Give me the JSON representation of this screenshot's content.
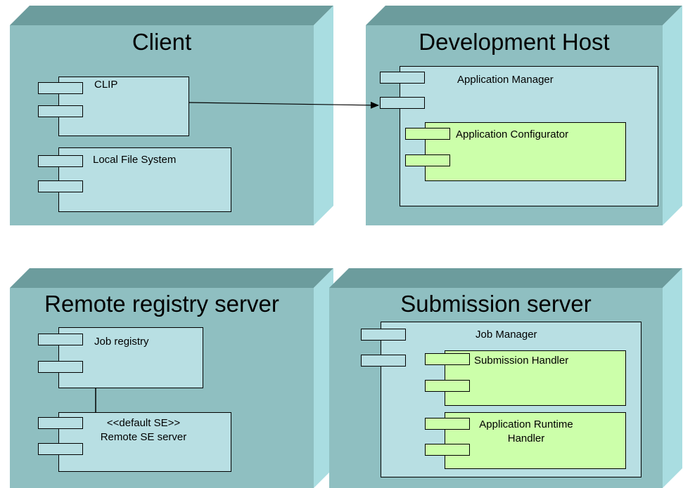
{
  "nodes": {
    "client": {
      "title": "Client",
      "components": {
        "clip": "CLIP",
        "local_fs": "Local File System"
      }
    },
    "dev_host": {
      "title": "Development Host",
      "components": {
        "app_manager": "Application Manager",
        "app_configurator": "Application Configurator"
      }
    },
    "registry": {
      "title": "Remote registry server",
      "components": {
        "job_registry": "Job registry",
        "remote_se_stereotype": "<<default SE>>",
        "remote_se_name": "Remote SE server"
      }
    },
    "submission": {
      "title": "Submission server",
      "components": {
        "job_manager": "Job Manager",
        "submission_handler": "Submission Handler",
        "runtime_handler_line1": "Application Runtime",
        "runtime_handler_line2": "Handler"
      }
    }
  },
  "colors": {
    "node_front": "#8fbfc1",
    "node_top": "#6c9c9d",
    "node_side": "#a9dde1",
    "component": "#b8dfe3",
    "component_nested": "#ccffaa"
  }
}
